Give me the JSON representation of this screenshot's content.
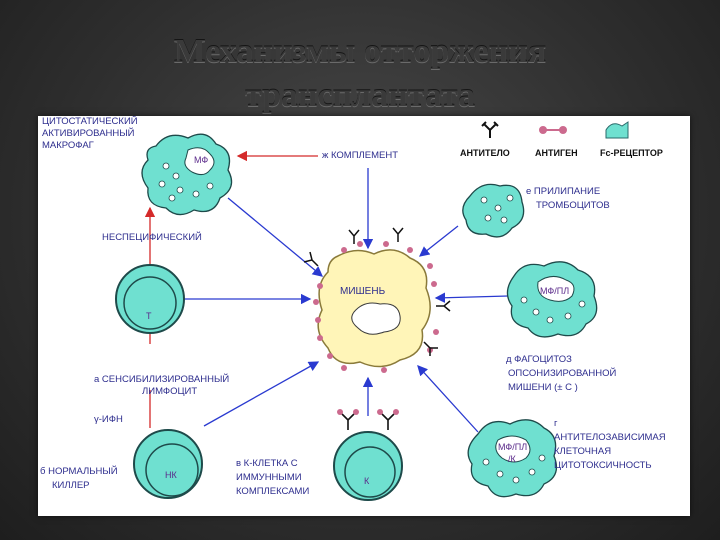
{
  "slide": {
    "title_line1": "Механизмы отторжения",
    "title_line2": "трансплантата"
  },
  "colors": {
    "cell_fill": "#6fe0d0",
    "target_fill": "#fff5b8",
    "antigen": "#cc6a8e",
    "arrow_red": "#d42a2a",
    "arrow_blue": "#2a3ad0",
    "text_blue": "#2e2e8e"
  },
  "legend": {
    "antibody": "АНТИТЕЛО",
    "antigen": "АНТИГЕН",
    "fc_receptor": "Fc-РЕЦЕПТОР"
  },
  "target": {
    "label": "МИШЕНЬ"
  },
  "cells": {
    "macrophage_top": "МФ",
    "t_lymphocyte": "Т",
    "nk": "НК",
    "k_cell": "К",
    "macrophage_right": "МФ/ПЛ",
    "macrophage_bottom_right": "МФ/ПЛ /К"
  },
  "labels": {
    "cytostatic_1": "ЦИТОСТАТИЧЕСКИЙ",
    "cytostatic_2": "АКТИВИРОВАННЫЙ",
    "cytostatic_3": "МАКРОФАГ",
    "nonspecific": "НЕСПЕЦИФИЧЕСКИЙ",
    "sensitized_1": "а  СЕНСИБИЛИЗИРОВАННЫЙ",
    "sensitized_2": "ЛИМФОЦИТ",
    "ifn": "γ-ИФН",
    "normal_killer_1": "б  НОРМАЛЬНЫЙ",
    "normal_killer_2": "КИЛЛЕР",
    "kcell_1": "в  К-КЛЕТКА  С",
    "kcell_2": "ИММУННЫМИ",
    "kcell_3": "КОМПЛЕКСАМИ",
    "complement": "ж  КОМПЛЕМЕНТ",
    "platelet_1": "е  ПРИЛИПАНИЕ",
    "platelet_2": "ТРОМБОЦИТОВ",
    "phago_1": "д  ФАГОЦИТОЗ",
    "phago_2": "ОПСОНИЗИРОВАННОЙ",
    "phago_3": "МИШЕНИ (± С )",
    "adcc_1": "г",
    "adcc_2": "АНТИТЕЛОЗАВИСИМАЯ",
    "adcc_3": "КЛЕТОЧНАЯ",
    "adcc_4": "ЦИТОТОКСИЧНОСТЬ"
  }
}
